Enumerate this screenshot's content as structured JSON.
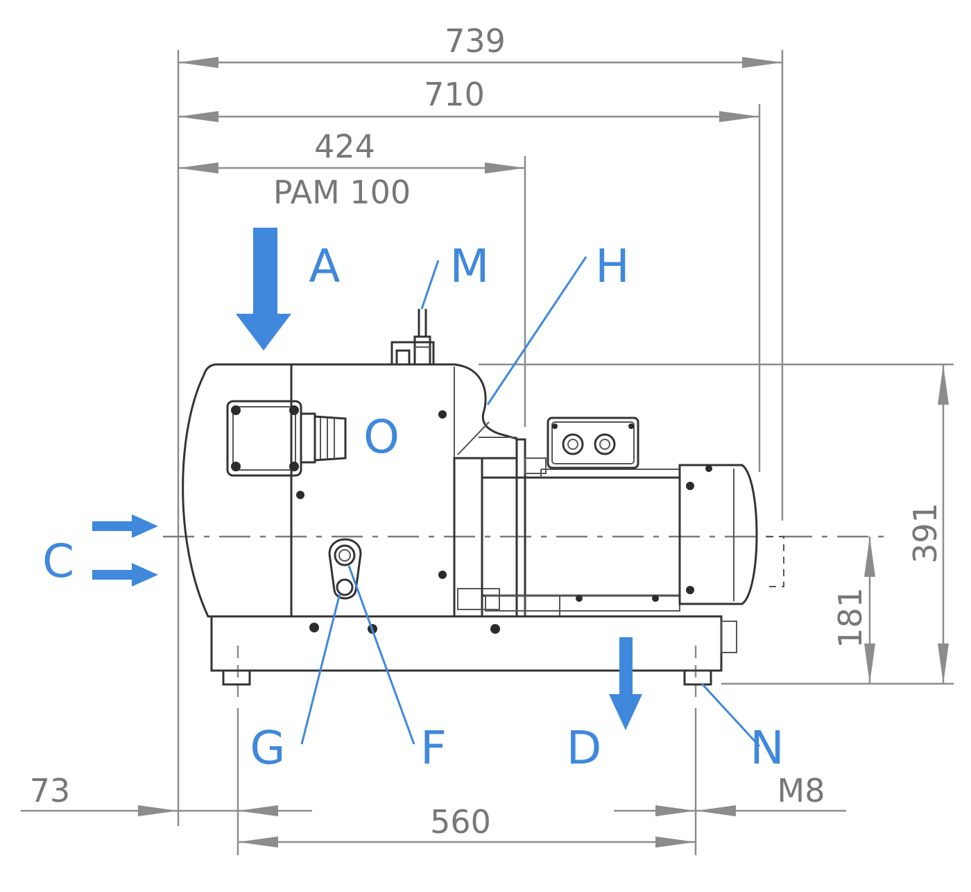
{
  "dimensions": {
    "overall_length": "739",
    "length_without_cover": "710",
    "flange_length": "424",
    "flange_type": "PAM 100",
    "overall_height": "391",
    "axis_height": "181",
    "foot_offset": "73",
    "foot_spacing": "560",
    "thread": "M8"
  },
  "labels": {
    "a": "A",
    "c": "C",
    "d": "D",
    "f": "F",
    "g": "G",
    "h": "H",
    "m": "M",
    "n": "N",
    "o": "O"
  },
  "colors": {
    "accent": "#3f88dc",
    "dimension": "#8c8c8c",
    "outline": "#333333"
  }
}
